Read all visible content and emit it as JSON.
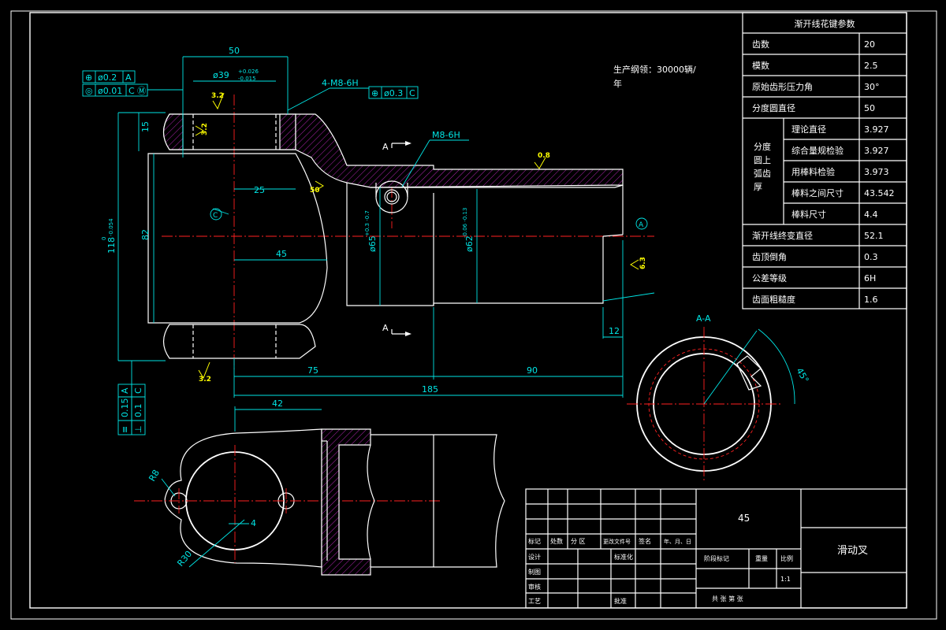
{
  "spline_table": {
    "title": "渐开线花键参数",
    "rows": [
      {
        "label": "齿数",
        "value": "20"
      },
      {
        "label": "模数",
        "value": "2.5"
      },
      {
        "label": "原始齿形压力角",
        "value": "30°"
      },
      {
        "label": "分度圆直径",
        "value": "50"
      }
    ],
    "group_label": [
      "分度",
      "圆上",
      "弧齿",
      "厚"
    ],
    "group_rows": [
      {
        "label": "理论直径",
        "value": "3.927"
      },
      {
        "label": "综合量规检验",
        "value": "3.927"
      },
      {
        "label": "用棒料检验",
        "value": "3.973"
      },
      {
        "label": "棒料之间尺寸",
        "value": "43.542"
      },
      {
        "label": "棒料尺寸",
        "value": "4.4"
      }
    ],
    "rows2": [
      {
        "label": "渐开线终变直径",
        "value": "52.1"
      },
      {
        "label": "齿顶倒角",
        "value": "0.3"
      },
      {
        "label": "公差等级",
        "value": "6H"
      },
      {
        "label": "齿面粗糙度",
        "value": "1.6"
      }
    ]
  },
  "note": {
    "line1": "生产纲领：30000辆/",
    "line2": "年"
  },
  "dimensions": {
    "d50": "50",
    "d39": "ø39",
    "d39_tol_up": "+0.026",
    "d39_tol_low": "-0.015",
    "thread1": "4-M8-6H",
    "thread2": "M8-6H",
    "d15": "15",
    "d25": "25",
    "d82": "82",
    "d45": "45",
    "d118": "118",
    "d118_tol_up": "0",
    "d118_tol_low": "-0.054",
    "d65": "ø65",
    "d65_tol": "+0.3 -0.7",
    "d62": "ø62",
    "d62_tol": "-0.06 -0.13",
    "d75": "75",
    "d90": "90",
    "d185": "185",
    "d12": "12",
    "d42": "42",
    "d4": "4",
    "r30": "R30",
    "r8": "R8",
    "ang45": "45°",
    "section": "A-A",
    "sec_a": "A",
    "sec_a2": "A",
    "datum_c": "C",
    "datum_a": "A"
  },
  "roughness": {
    "r1": "3.2",
    "r2": "3.2",
    "r3": "0.8",
    "r4": "50",
    "r5": "6.3",
    "r6": "3.2"
  },
  "tolerances": {
    "t1": [
      "⊕",
      "ø0.2",
      "A"
    ],
    "t2": [
      "◎",
      "ø0.01",
      "C Ⓜ"
    ],
    "t3": [
      "⊕",
      "ø0.3",
      "C"
    ],
    "t4": [
      "≡",
      "0.15",
      "A"
    ],
    "t5": [
      "⊥",
      "0.1",
      "C"
    ]
  },
  "title_block": {
    "material": "45",
    "part_name": "滑动叉",
    "h_mark": "标记",
    "h_count": "处数",
    "h_zone": "分 区",
    "h_doc": "更改文件号",
    "h_sign": "签名",
    "h_date": "年、月、日",
    "design": "设计",
    "standard": "标准化",
    "drafting": "制图",
    "review": "审核",
    "process": "工艺",
    "approve": "批准",
    "stage": "阶段标记",
    "weight": "重量",
    "scale": "比例",
    "scale_value": "1:1",
    "sheets": "共  张  第  张"
  }
}
